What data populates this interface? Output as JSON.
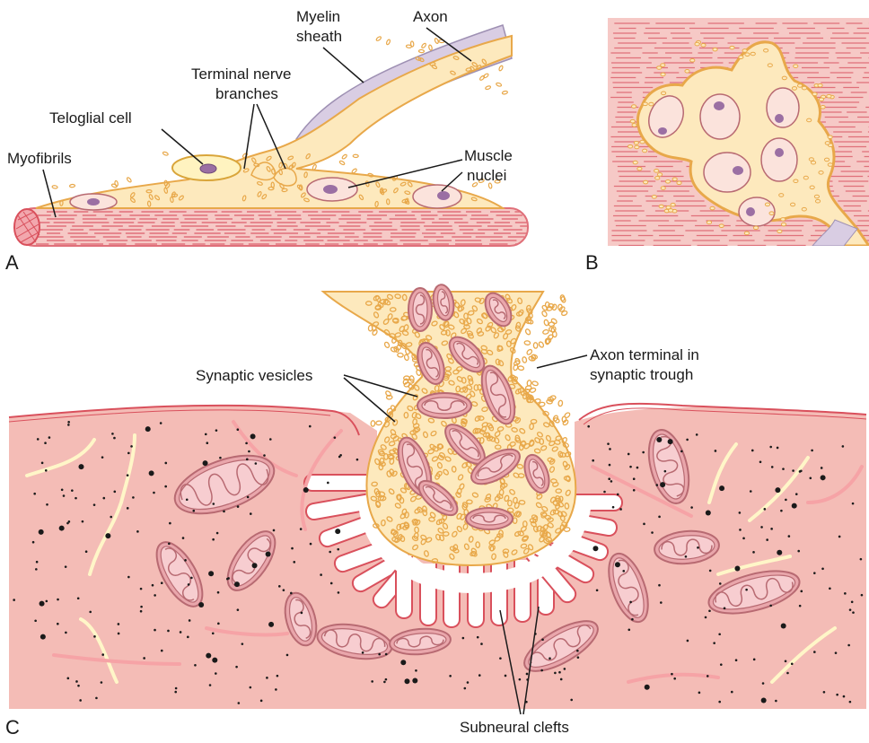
{
  "panels": {
    "a": {
      "letter": "A"
    },
    "b": {
      "letter": "B"
    },
    "c": {
      "letter": "C"
    }
  },
  "labels": {
    "myelin_line1": "Myelin",
    "myelin_line2": "sheath",
    "axon": "Axon",
    "terminal_line1": "Terminal nerve",
    "terminal_line2": "branches",
    "teloglial": "Teloglial cell",
    "myofibrils": "Myofibrils",
    "muscle_line1": "Muscle",
    "muscle_line2": "nuclei",
    "synaptic_vesicles": "Synaptic vesicles",
    "axon_terminal_line1": "Axon terminal in",
    "axon_terminal_line2": "synaptic trough",
    "subneural_clefts": "Subneural clefts"
  },
  "colors": {
    "muscle": "#f2b8b4",
    "muscle_stripe": "#e0707a",
    "axon_fill": "#fde9bd",
    "axon_edge": "#e8a84a",
    "vesicle": "#e8a84a",
    "myelin": "#d9cde3",
    "nucleus": "#9b6fa3",
    "mito_fill": "#e9a6ab",
    "mito_edge": "#b86a72",
    "ink": "#1a1a1a"
  }
}
